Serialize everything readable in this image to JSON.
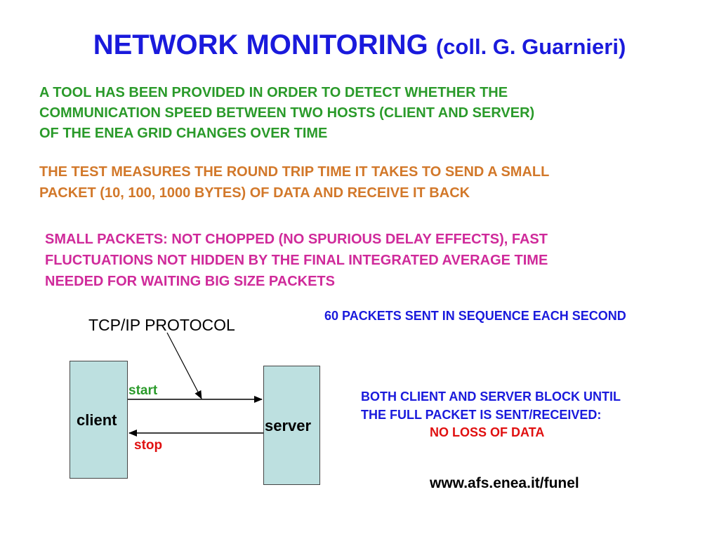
{
  "title": {
    "main": "NETWORK MONITORING",
    "sub": "(coll. G. Guarnieri)"
  },
  "paragraphs": {
    "p1": [
      "A TOOL HAS BEEN PROVIDED IN ORDER TO DETECT WHETHER THE",
      "COMMUNICATION SPEED BETWEEN TWO HOSTS (CLIENT AND SERVER)",
      "OF THE ENEA GRID CHANGES OVER TIME"
    ],
    "p2": [
      "THE TEST MEASURES THE ROUND TRIP TIME IT TAKES TO SEND A SMALL",
      "PACKET (10, 100, 1000 BYTES) OF DATA AND RECEIVE IT BACK"
    ],
    "p3": [
      "SMALL PACKETS: NOT CHOPPED (NO SPURIOUS DELAY EFFECTS), FAST",
      "FLUCTUATIONS NOT HIDDEN BY THE FINAL INTEGRATED AVERAGE TIME",
      "NEEDED FOR WAITING BIG SIZE PACKETS"
    ]
  },
  "diagram": {
    "protocol_label": "TCP/IP PROTOCOL",
    "client_label": "client",
    "server_label": "server",
    "start_label": "start",
    "stop_label": "stop"
  },
  "notes": {
    "packets_per_second": "60 PACKETS SENT IN SEQUENCE EACH SECOND",
    "block_line1": "BOTH CLIENT AND SERVER BLOCK UNTIL",
    "block_line2": "THE FULL PACKET IS SENT/RECEIVED:",
    "no_loss": "NO LOSS OF DATA",
    "url": "www.afs.enea.it/funel"
  },
  "colors": {
    "title": "#1a1adc",
    "p1": "#2a9a2a",
    "p2": "#d2782a",
    "p3": "#cf2a9a",
    "box_fill": "#bde0e0",
    "no_loss": "#e01010"
  }
}
